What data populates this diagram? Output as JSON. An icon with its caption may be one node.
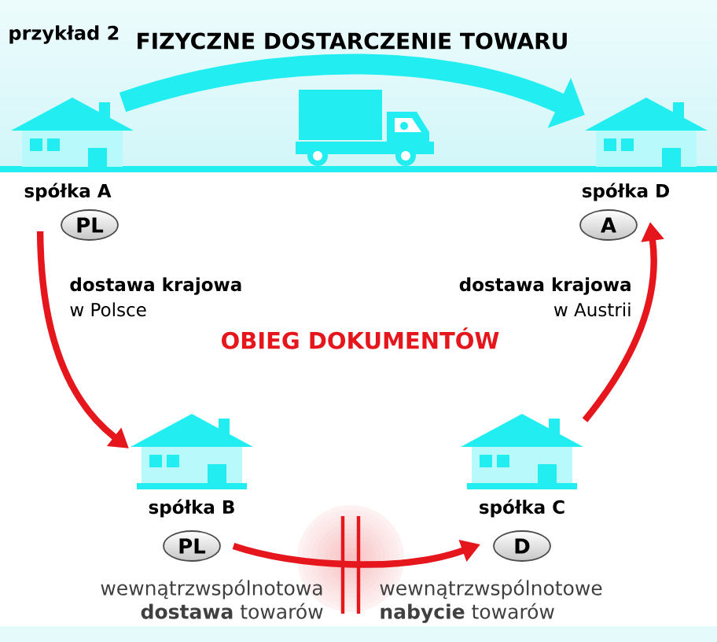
{
  "diagram": {
    "title": "przykład 2",
    "nodes": [
      {
        "text": [
          "spółka A"
        ]
      },
      {
        "text": [
          "PL"
        ]
      },
      {
        "text": [
          "spółka D"
        ]
      },
      {
        "text": [
          "A"
        ]
      },
      {
        "text": [
          "spółka B"
        ]
      },
      {
        "text": [
          "PL"
        ],
        "beside": [
          "wewnątrzwspólnotowa **dostawa** towarów"
        ]
      },
      {
        "text": [
          "spółka C"
        ]
      },
      {
        "text": [
          "D"
        ],
        "beside": [
          "wewnątrzwspólnotowe **nabycie** towarów"
        ]
      }
    ],
    "edges": [
      {
        "from": 0,
        "to": 2,
        "arrow": "to",
        "label": "FIZYCZNE DOSTARCZENIE TOWARU",
        "style": "thick",
        "color": "#22eef2"
      },
      {
        "from": 1,
        "to": 4,
        "arrow": "to",
        "label": "**dostawa krajowa** w Polsce"
      },
      {
        "from": 5,
        "to": 7,
        "arrow": "to"
      },
      {
        "from": 6,
        "to": 3,
        "arrow": "to",
        "label": "**dostawa krajowa** w Austrii"
      }
    ],
    "labels": [
      "OBIEG DOKUMENTÓW"
    ]
  }
}
